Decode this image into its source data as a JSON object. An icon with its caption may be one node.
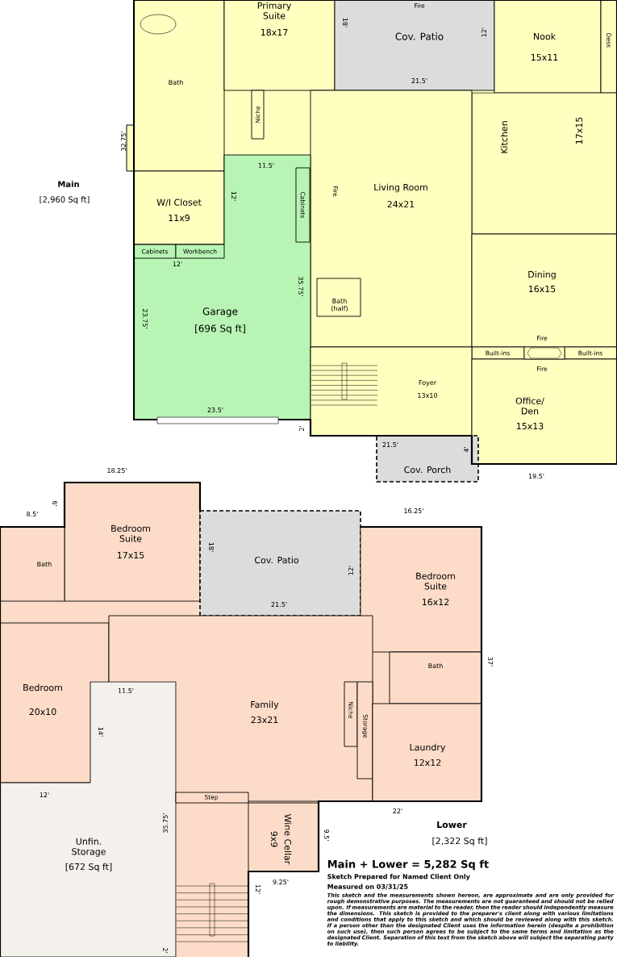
{
  "diagram": {
    "nodes": [
      {
        "text": [
          "Bath"
        ]
      },
      {
        "text": [
          "Primary Suite",
          "18x17"
        ]
      },
      {
        "text": [
          "Niche"
        ]
      },
      {
        "text": [
          "Cov. Patio"
        ]
      },
      {
        "text": [
          "Nook",
          "15x11"
        ]
      },
      {
        "text": [
          "Desk"
        ]
      },
      {
        "text": [
          "Kitchen",
          "17x15"
        ]
      },
      {
        "text": [
          "Living Room",
          "24x21"
        ]
      },
      {
        "text": [
          "W/I Closet",
          "11x9"
        ]
      },
      {
        "text": [
          "Garage",
          "[696 Sq ft]"
        ]
      },
      {
        "text": [
          "Cabinets"
        ],
        "in": 9
      },
      {
        "text": [
          "Workbench"
        ],
        "in": 9
      },
      {
        "text": [
          "Cabinets"
        ],
        "in": 9
      },
      {
        "text": [
          "Bath (half)"
        ],
        "in": 7
      },
      {
        "text": [
          "Dining",
          "16x15"
        ]
      },
      {
        "text": [
          "Built-ins"
        ]
      },
      {
        "text": [
          "Built-ins"
        ]
      },
      {
        "text": [
          "Foyer",
          "13x10"
        ]
      },
      {
        "text": [
          "Office/ Den",
          "15x13"
        ]
      },
      {
        "text": [
          "Cov. Porch"
        ]
      },
      {
        "text": [
          "Bedroom Suite",
          "17x15"
        ]
      },
      {
        "text": [
          "Bath"
        ]
      },
      {
        "text": [
          "Cov. Patio"
        ]
      },
      {
        "text": [
          "Bedroom Suite",
          "16x12"
        ]
      },
      {
        "text": [
          "Bath"
        ]
      },
      {
        "text": [
          "Bedroom",
          "20x10"
        ]
      },
      {
        "text": [
          "Family",
          "23x21"
        ]
      },
      {
        "text": [
          "Niche"
        ],
        "in": 26
      },
      {
        "text": [
          "Storage"
        ],
        "in": 26
      },
      {
        "text": [
          "Laundry",
          "12x12"
        ]
      },
      {
        "text": [
          "Unfin. Storage",
          "[672 Sq ft]"
        ]
      },
      {
        "text": [
          "Step"
        ],
        "in": 26
      },
      {
        "text": [
          "Wine Cellar",
          "9x9"
        ]
      }
    ],
    "labels": [
      "Fire",
      "18'",
      "12'",
      "21.5'",
      "32.75'",
      "11.5'",
      "Fire",
      "Main",
      "[2,960 Sq ft]",
      "12'",
      "12'",
      "35.75'",
      "23.75'",
      "Fire",
      "Fire",
      "23.5'",
      "2'",
      "21.5'",
      "4'",
      "18.25'",
      "19.5'",
      "6'",
      "8.5'",
      "16.25'",
      "18'",
      "12'",
      "21.5'",
      "37'",
      "11.5'",
      "14'",
      "12'",
      "22'",
      "35.75'",
      "9.5'",
      "Lower",
      "[2,322 Sq ft]",
      "9.25'",
      "12'",
      "Main + Lower = 5,282 Sq ft",
      "Sketch Prepared for Named Client Only",
      "Measured on 03/31/25",
      "This sketch and the measurements shown hereon, are approximate and are only provided for rough demonstrative purposes. The measurements are not guaranteed and should not be relied upon. If measurements are material to the reader, then the reader should independently measure the dimensions. This sketch is provided to the preparer's client along with various limitations and conditions that apply to this sketch and which should be reviewed along with this sketch. If a person other than the designated Client uses the information herein (despite a prohibition on such use), then such person agrees to be subject to the same terms and limitation as the designated Client. Separation of this text from the sketch above will subject the separating party to liability.",
      "2'"
    ]
  }
}
